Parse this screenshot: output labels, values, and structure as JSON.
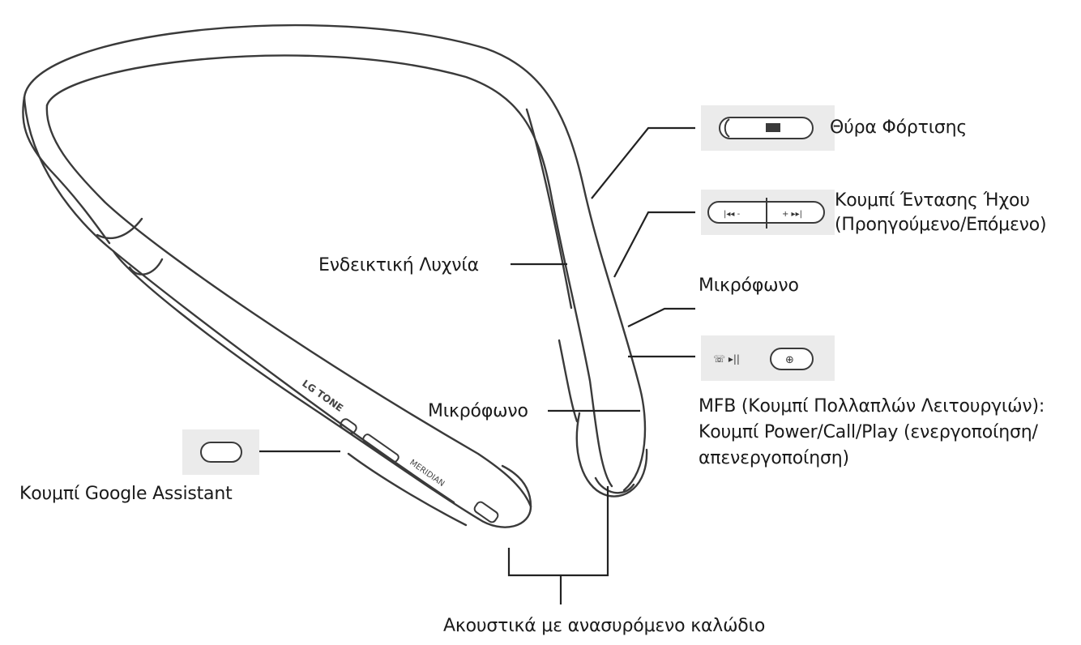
{
  "labels": {
    "charging_port": "Θύρα Φόρτισης",
    "volume_line1": "Κουμπί Έντασης Ήχου",
    "volume_line2": "(Προηγούμενο/Επόμενο)",
    "indicator": "Ενδεικτική Λυχνία",
    "mic_top": "Μικρόφωνο",
    "mfb_line1": "MFB (Κουμπί Πολλαπλών Λειτουργιών):",
    "mfb_line2": "Κουμπί Power/Call/Play (ενεργοποίηση/",
    "mfb_line3": "απενεργοποίηση)",
    "mic_bottom": "Μικρόφωνο",
    "google_assistant": "Κουμπί Google Assistant",
    "earbuds": "Ακουστικά με ανασυρόμενο καλώδιο"
  },
  "device_text": {
    "strap_brand": "LG TONE",
    "strap_sub": "MERIDIAN",
    "volume_prev": "|◂◂ -",
    "volume_next": "+ ▸▸|",
    "mfb_symbols": "☏ ▸|| ",
    "mic_symbol": "⊕"
  },
  "colors": {
    "outline": "#3a3a3a",
    "callout_line": "#222222",
    "button_panel": "#ebebeb",
    "text": "#1a1a1a"
  }
}
